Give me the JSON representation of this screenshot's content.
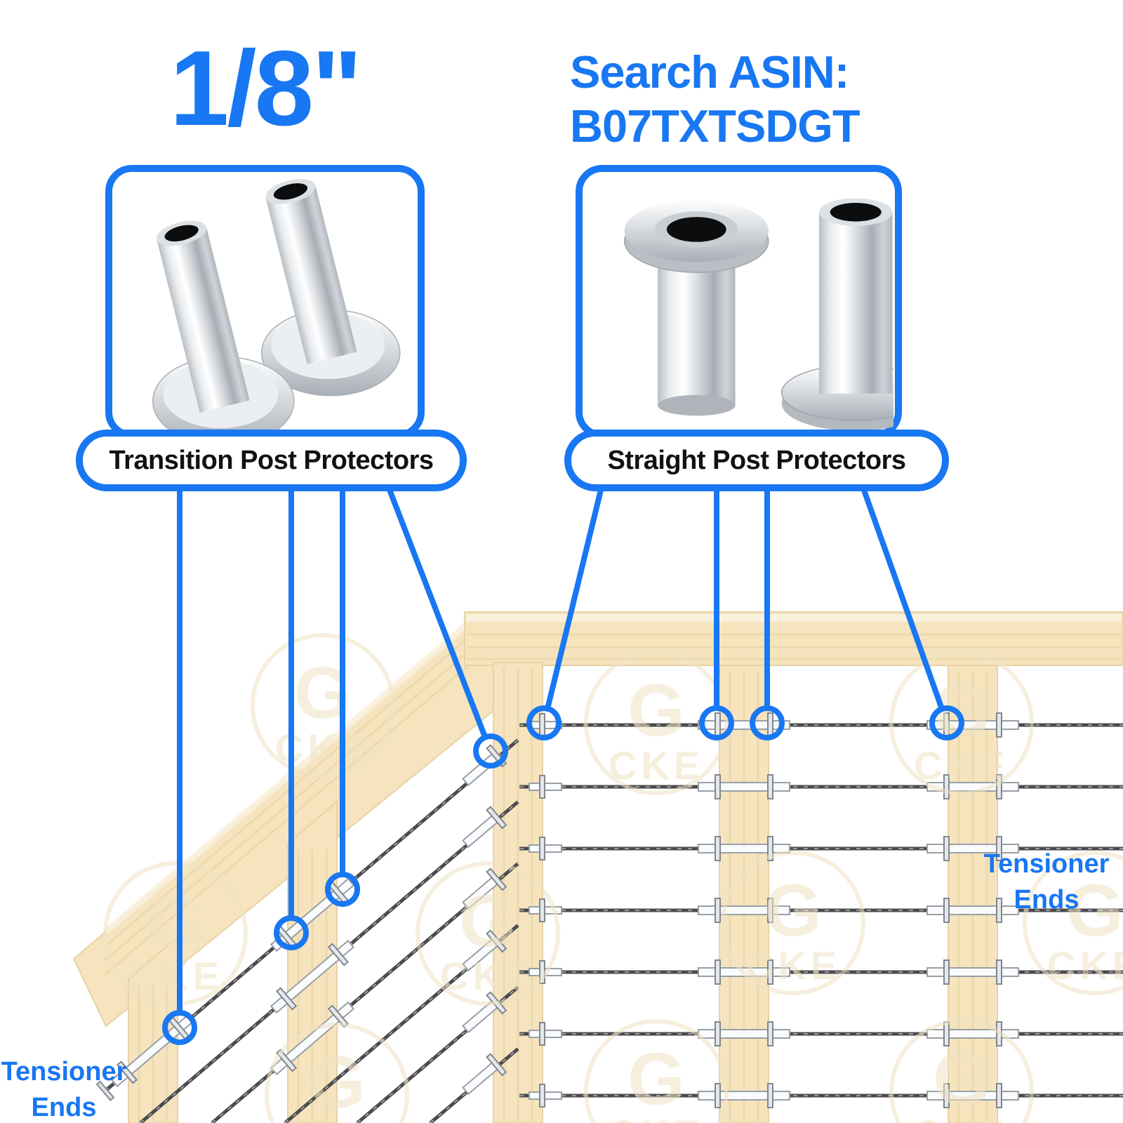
{
  "page": {
    "background": "#ffffff"
  },
  "colors": {
    "accent_blue": "#1877F2",
    "wood": "#F5E4BE",
    "wood_light": "#FAF1DC",
    "wood_grain": "#E6CFA0",
    "cable": "#4a4a4d",
    "label_text": "#111111"
  },
  "headline": {
    "size_label": "1/8\""
  },
  "asin": {
    "line1": "Search ASIN:",
    "line2": "B07TXTSDGT"
  },
  "products": {
    "transition": {
      "label": "Transition Post Protectors"
    },
    "straight": {
      "label": "Straight Post Protectors"
    }
  },
  "annotations": {
    "tensioner_left": {
      "line1": "Tensioner",
      "line2": "Ends"
    },
    "tensioner_right": {
      "line1": "Tensioner",
      "line2": "Ends"
    }
  },
  "watermark": {
    "glyph": "G",
    "text": "CKE"
  }
}
